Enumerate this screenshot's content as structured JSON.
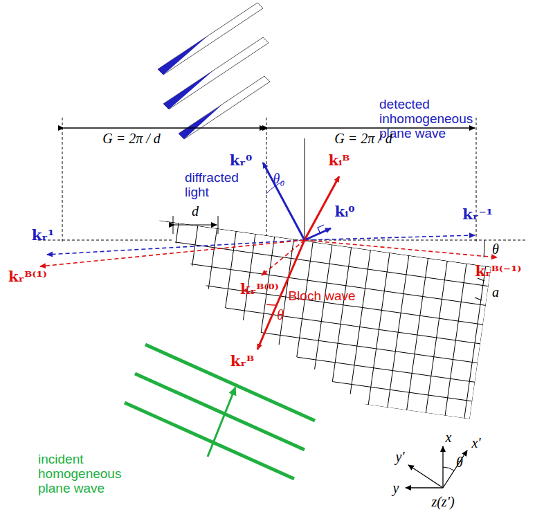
{
  "diagram": {
    "labels": [
      "detected inhomogeneous plane wave",
      "G = 2π / d",
      "G = 2π / d",
      "kᵣ⁰",
      "θ₀",
      "kᵢᴮ",
      "diffracted light",
      "kᵢ⁰",
      "kᵣ¹",
      "kᵣ⁻¹",
      "kᵣᴮ⁽¹⁾",
      "kᵣᴮ⁽⁰⁾",
      "θ",
      "Bloch wave",
      "θ",
      "a",
      "kᵣᴮ⁽⁻¹⁾",
      "d",
      "kᵣᴮ",
      "incident homogeneous plane wave",
      "x",
      "x'",
      "y'",
      "y",
      "z(z')",
      "θ"
    ]
  }
}
